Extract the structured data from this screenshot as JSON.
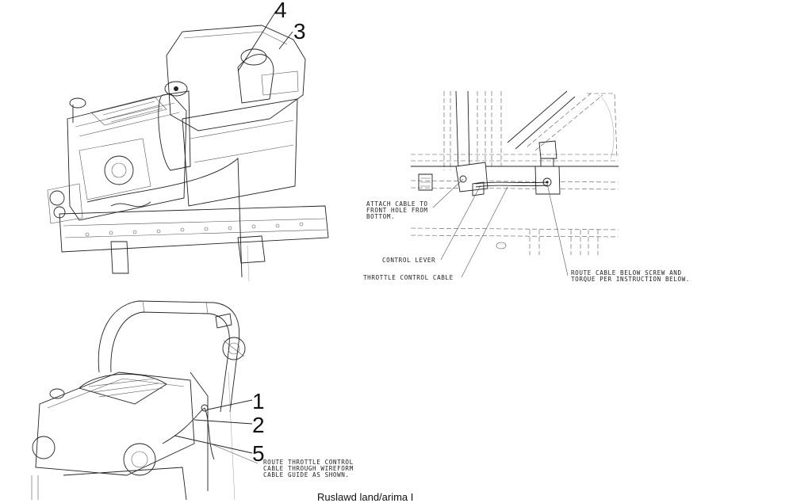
{
  "callouts": {
    "c1": "1",
    "c2": "2",
    "c3": "3",
    "c4": "4",
    "c5": "5"
  },
  "notes": {
    "attach": [
      "ATTACH CABLE TO",
      "FRONT HOLE FROM",
      "BOTTOM."
    ],
    "control_lever": "CONTROL LEVER",
    "throttle_cable": "THROTTLE CONTROL CABLE",
    "route_below": [
      "ROUTE CABLE BELOW SCREW AND",
      "TORQUE PER INSTRUCTION BELOW."
    ],
    "route_through": [
      "ROUTE THROTTLE CONTROL",
      "CABLE THROUGH WIREFORM",
      "CABLE GUIDE AS SHOWN."
    ]
  },
  "footer_text": "Ruslawd land/arima I"
}
